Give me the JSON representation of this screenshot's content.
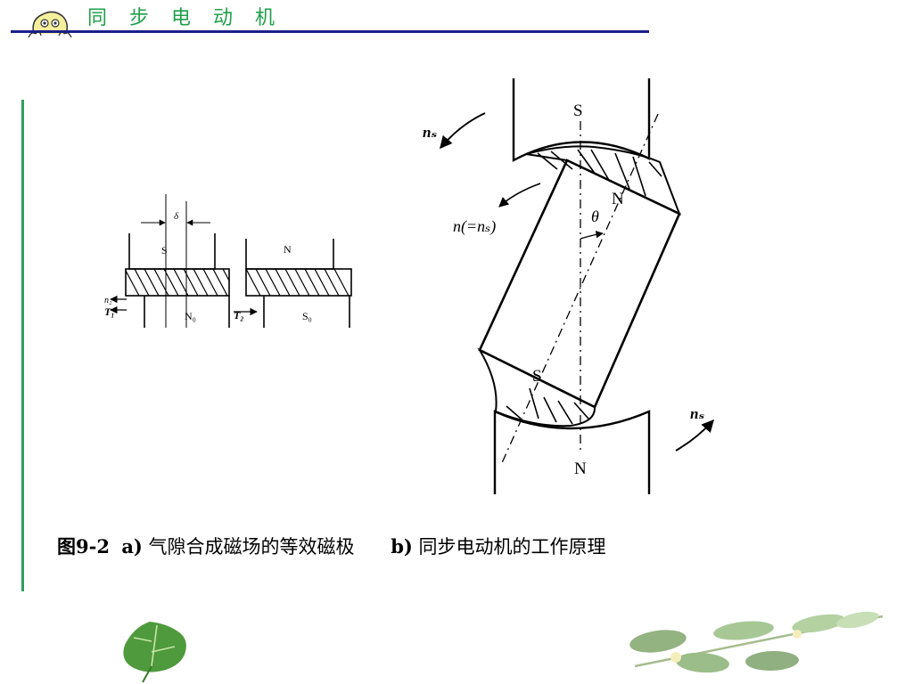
{
  "header": {
    "title": "同 步 电 动 机",
    "title_color": "#1fa04a",
    "rule_color": "#1b1f8c"
  },
  "figure_a": {
    "gap_label": "δ",
    "stator_pole_left": "S",
    "stator_pole_right": "N",
    "rotor_pole_left": "N₀",
    "rotor_pole_right": "S₀",
    "speed_label": "n₂",
    "torque_label_1": "T₁",
    "torque_label_2": "T₂"
  },
  "figure_b": {
    "top_pole": "S",
    "bottom_pole": "N",
    "rotor_north": "N",
    "rotor_south": "S",
    "angle": "θ",
    "rotor_speed": "n(=nₛ)",
    "field_speed_top": "nₛ",
    "field_speed_bottom": "nₛ"
  },
  "caption": {
    "fig_no": "图9-2",
    "a_tag": "a)",
    "a_text": "气隙合成磁场的等效磁极",
    "b_tag": "b)",
    "b_text": "同步电动机的工作原理"
  },
  "decor": {
    "left_rule_color": "#2f9e5a",
    "leaf_color": "#4f9a3c"
  }
}
